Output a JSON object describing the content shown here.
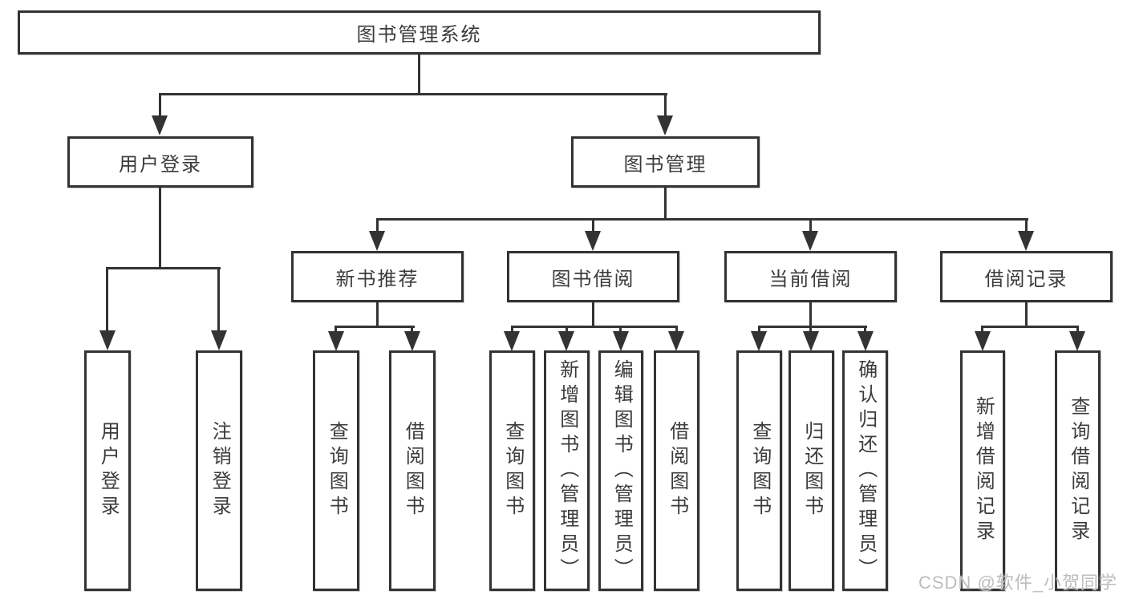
{
  "diagram_type": "functional-structure-tree",
  "tree": {
    "label": "图书管理系统",
    "children": [
      {
        "label": "用户登录",
        "children": [
          {
            "label": "用户登录"
          },
          {
            "label": "注销登录"
          }
        ]
      },
      {
        "label": "图书管理",
        "children": [
          {
            "label": "新书推荐",
            "children": [
              {
                "label": "查询图书"
              },
              {
                "label": "借阅图书"
              }
            ]
          },
          {
            "label": "图书借阅",
            "children": [
              {
                "label": "查询图书"
              },
              {
                "label": "新增图书（管理员）"
              },
              {
                "label": "编辑图书（管理员）"
              },
              {
                "label": "借阅图书"
              }
            ]
          },
          {
            "label": "当前借阅",
            "children": [
              {
                "label": "查询图书"
              },
              {
                "label": "归还图书"
              },
              {
                "label": "确认归还（管理员）"
              }
            ]
          },
          {
            "label": "借阅记录",
            "children": [
              {
                "label": "新增借阅记录"
              },
              {
                "label": "查询借阅记录"
              }
            ]
          }
        ]
      }
    ]
  },
  "watermark": {
    "text": "CSDN @软件_小贺同学"
  },
  "colors": {
    "line": "#333333",
    "box_border": "#333333",
    "text": "#3b3b3b",
    "background": "#ffffff",
    "watermark": "#bdbdbd"
  }
}
